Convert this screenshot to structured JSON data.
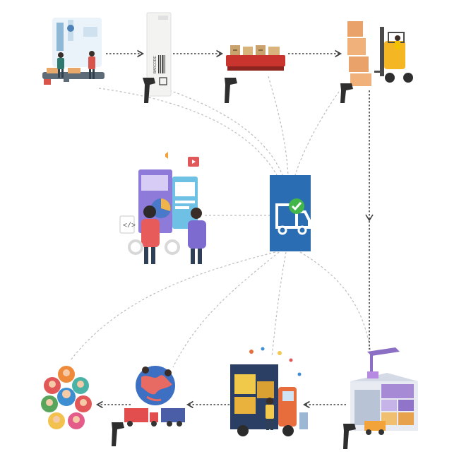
{
  "barcode_label": "BARCODE",
  "nodes": [
    {
      "id": "manufacturing",
      "icon": "factory-workers-icon"
    },
    {
      "id": "labeling",
      "icon": "barcode-label-scanner-icon"
    },
    {
      "id": "conveyor",
      "icon": "conveyor-boxes-icon"
    },
    {
      "id": "warehouse-loading",
      "icon": "forklift-icon"
    },
    {
      "id": "distribution",
      "icon": "warehouse-crane-icon"
    },
    {
      "id": "transport",
      "icon": "delivery-truck-icon"
    },
    {
      "id": "global-shipping",
      "icon": "globe-shipping-icon"
    },
    {
      "id": "customers",
      "icon": "customer-group-icon"
    },
    {
      "id": "analytics",
      "icon": "dashboard-team-icon"
    },
    {
      "id": "hub",
      "icon": "truck-checkmark-icon"
    }
  ],
  "colors": {
    "hub": "#2a6db3",
    "check": "#43b649",
    "dashed_line": "#b9b9b9",
    "arrow": "#3f3f3f"
  }
}
